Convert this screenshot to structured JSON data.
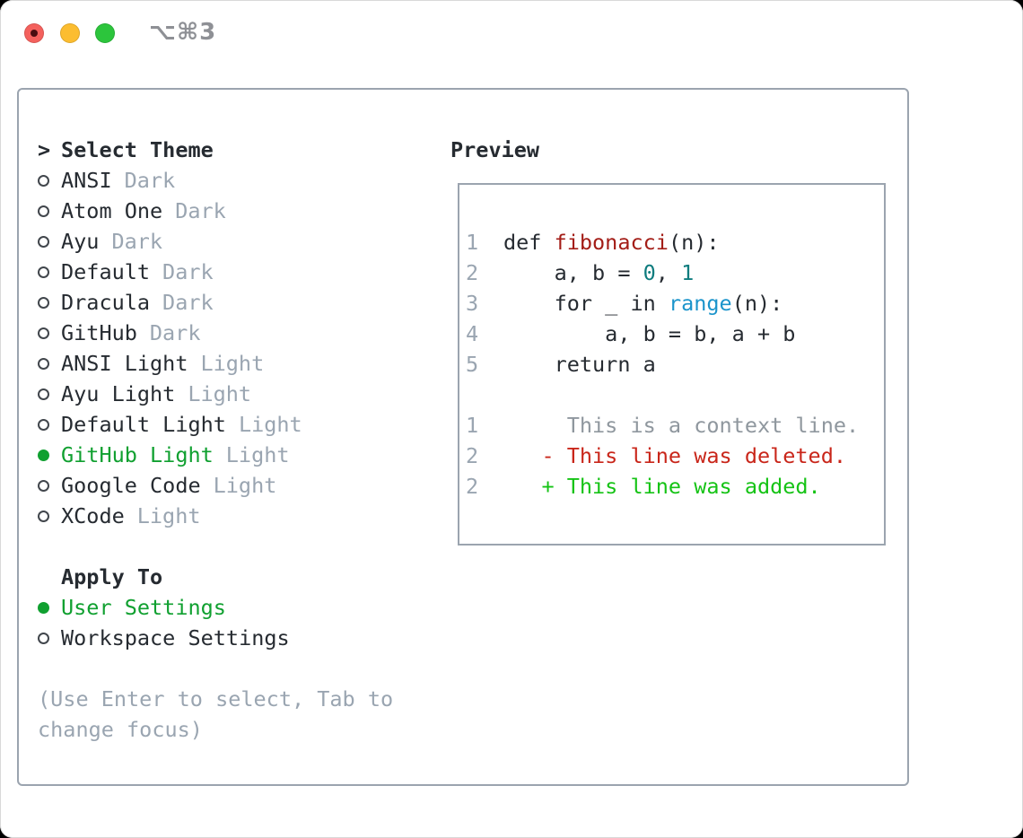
{
  "titlebar": {
    "title": "⌥⌘3"
  },
  "glyphs": {
    "focus_caret": ">",
    "radio_unselected": "○",
    "radio_selected": "●"
  },
  "theme_select": {
    "marker": ">",
    "header": "Select Theme",
    "items": [
      {
        "label": "ANSI",
        "variant": "Dark",
        "selected": false
      },
      {
        "label": "Atom One",
        "variant": "Dark",
        "selected": false
      },
      {
        "label": "Ayu",
        "variant": "Dark",
        "selected": false
      },
      {
        "label": "Default",
        "variant": "Dark",
        "selected": false
      },
      {
        "label": "Dracula",
        "variant": "Dark",
        "selected": false
      },
      {
        "label": "GitHub",
        "variant": "Dark",
        "selected": false
      },
      {
        "label": "ANSI Light",
        "variant": "Light",
        "selected": false
      },
      {
        "label": "Ayu Light",
        "variant": "Light",
        "selected": false
      },
      {
        "label": "Default Light",
        "variant": "Light",
        "selected": false
      },
      {
        "label": "GitHub Light",
        "variant": "Light",
        "selected": true
      },
      {
        "label": "Google Code",
        "variant": "Light",
        "selected": false
      },
      {
        "label": "XCode",
        "variant": "Light",
        "selected": false
      }
    ]
  },
  "apply_to": {
    "header": "Apply To",
    "options": [
      {
        "label": "User Settings",
        "selected": true
      },
      {
        "label": "Workspace Settings",
        "selected": false
      }
    ]
  },
  "hint": {
    "line1": "(Use Enter to select, Tab to",
    "line2": "change focus)"
  },
  "preview": {
    "header": "Preview",
    "code": [
      {
        "num": "1",
        "segments": [
          {
            "text": "def ",
            "style": "plain"
          },
          {
            "text": "fibonacci",
            "style": "function"
          },
          {
            "text": "(n):",
            "style": "plain"
          }
        ]
      },
      {
        "num": "2",
        "segments": [
          {
            "text": "    a, b = ",
            "style": "plain"
          },
          {
            "text": "0",
            "style": "number"
          },
          {
            "text": ", ",
            "style": "plain"
          },
          {
            "text": "1",
            "style": "number"
          }
        ]
      },
      {
        "num": "3",
        "segments": [
          {
            "text": "    for _ in ",
            "style": "plain"
          },
          {
            "text": "range",
            "style": "builtin"
          },
          {
            "text": "(n):",
            "style": "plain"
          }
        ]
      },
      {
        "num": "4",
        "segments": [
          {
            "text": "        a, b = b, a + b",
            "style": "plain"
          }
        ]
      },
      {
        "num": "5",
        "segments": [
          {
            "text": "    return a",
            "style": "plain"
          }
        ]
      }
    ],
    "diff": [
      {
        "num": "1",
        "text": "     This is a context line.",
        "kind": "context"
      },
      {
        "num": "2",
        "text": "   - This line was deleted.",
        "kind": "deleted"
      },
      {
        "num": "2",
        "text": "   + This line was added.",
        "kind": "added"
      }
    ]
  },
  "colors": {
    "selected_green": "#10a030",
    "added_green": "#15c315",
    "deleted_red": "#c9261a",
    "function_red": "#a31d17",
    "number_teal": "#0e7c7e",
    "builtin_blue": "#1b94cb",
    "muted_gray": "#9aa5b1",
    "context_gray": "#8f979e",
    "text_dark": "#262b31",
    "border_gray": "#9ba4af"
  }
}
